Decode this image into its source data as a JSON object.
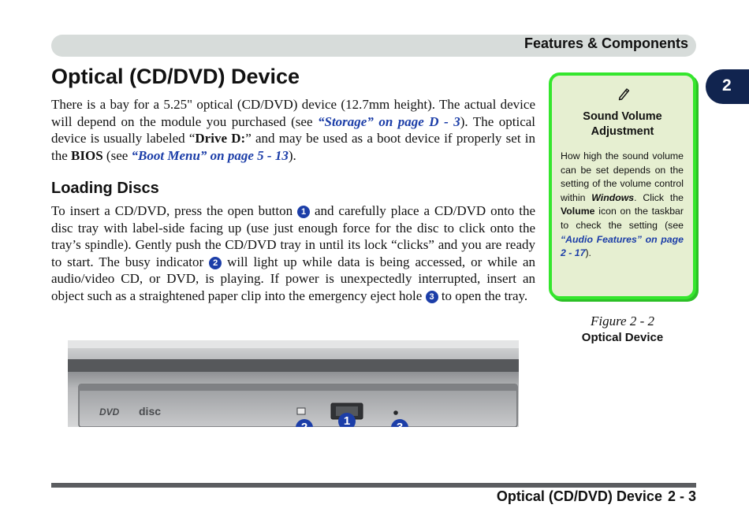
{
  "header": {
    "section": "Features & Components"
  },
  "chapter_tab": "2",
  "title": "Optical (CD/DVD) Device",
  "intro": {
    "t1": "There is a bay for a 5.25\" optical (CD/DVD) device (12.7mm height). The actual device will depend on the module you purchased (see ",
    "ref1": "“Storage” on page D - 3",
    "t2": "). The optical device is usually labeled “",
    "drive": "Drive D:",
    "t3": "” and may be used as a boot device if properly set in the ",
    "bios": "BIOS",
    "t4": " (see ",
    "ref2": "“Boot Menu” on page 5 - 13",
    "t5": ")."
  },
  "loading": {
    "heading": "Loading Discs",
    "t1": "To insert a CD/DVD, press the open button ",
    "n1": "1",
    "t2": " and carefully place a CD/DVD onto the disc tray with label-side facing up (use just enough force for the disc to click onto the tray’s spindle). Gently push the CD/DVD tray in until its lock “clicks” and you are ready to start. The busy indicator ",
    "n2": "2",
    "t3": " will light up while data is being accessed, or while an audio/video CD, or DVD, is playing. If power is unexpectedly interrupted, insert an object such as a straightened paper clip into the emergency eject hole ",
    "n3": "3",
    "t4": " to open the tray."
  },
  "sidebar": {
    "icon": "pencil-icon",
    "title": "Sound Volume Adjustment",
    "t1": "How high the sound volume can be set depends on the setting of the volume control within ",
    "windows": "Windows",
    "t2": ". Click the ",
    "volume": "Volume",
    "t3": " icon on the taskbar to check the setting (see ",
    "ref": "“Audio Features” on page 2 - 17",
    "t4": ")."
  },
  "figure": {
    "caption": "Figure 2 - 2",
    "title": "Optical Device",
    "callouts": [
      "2",
      "1",
      "3"
    ],
    "dvd_logo": "DVD",
    "disc_logo": "disc"
  },
  "footer": {
    "title": "Optical (CD/DVD) Device",
    "page": "2  -  3"
  },
  "colors": {
    "accent": "#1c3ea8",
    "sidebar_border": "#35e62d",
    "sidebar_bg": "#e6efd1",
    "tab": "#11244f"
  }
}
